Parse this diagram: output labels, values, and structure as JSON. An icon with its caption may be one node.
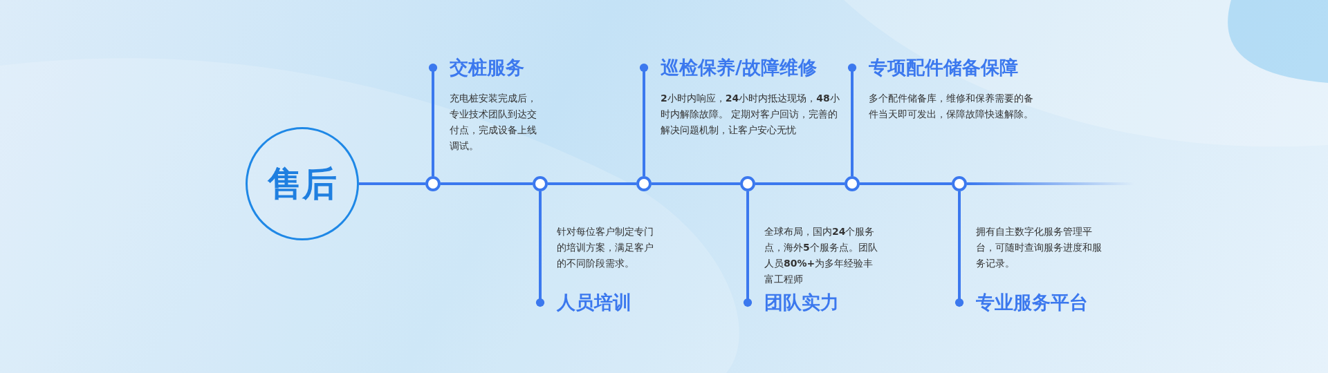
{
  "diagram": {
    "nodes": [
      {
        "text": [
          "售后"
        ]
      },
      {
        "text": [],
        "shape": "circle"
      },
      {
        "text": [],
        "shape": "circle"
      },
      {
        "text": [],
        "shape": "circle"
      },
      {
        "text": [],
        "shape": "circle"
      },
      {
        "text": [],
        "shape": "circle"
      },
      {
        "text": [],
        "shape": "circle"
      },
      {
        "text": [
          "交桩服务"
        ],
        "beside": [
          "充电桩安装完成后，专业技术团队到达交付点，完成设备上线调试。"
        ]
      },
      {
        "text": [
          "人员培训"
        ],
        "beside": [
          "针对每位客户制定专门的培训方案，满足客户的不同阶段需求。"
        ]
      },
      {
        "text": [
          "巡检保养/故障维修"
        ],
        "beside": [
          "**2**小时内响应，**24**小时内抵达现场，**48**小时内解除故障。 定期对客户回访，完善的解决问题机制，让客户安心无忧"
        ]
      },
      {
        "text": [
          "团队实力"
        ],
        "beside": [
          "全球布局，国内**24**个服务点，海外**5**个服务点。团队人员**80%+**为多年经验丰富工程师"
        ]
      },
      {
        "text": [
          "专项配件储备保障"
        ],
        "beside": [
          "多个配件储备库，维修和保养需要的备件当天即可发出，保障故障快速解除。"
        ]
      },
      {
        "text": [
          "专业服务平台"
        ],
        "beside": [
          "拥有自主数字化服务管理平台，可随时查询服务进度和服务记录。"
        ]
      }
    ],
    "edges": [
      {
        "from": 0,
        "to": 1,
        "arrow": "none"
      },
      {
        "from": 1,
        "to": 2,
        "arrow": "none"
      },
      {
        "from": 2,
        "to": 3,
        "arrow": "none"
      },
      {
        "from": 3,
        "to": 4,
        "arrow": "none"
      },
      {
        "from": 4,
        "to": 5,
        "arrow": "none"
      },
      {
        "from": 5,
        "to": 6,
        "arrow": "none"
      },
      {
        "from": 6,
        "to": null,
        "arrow": "none"
      },
      {
        "from": 1,
        "to": 7,
        "arrow": "other"
      },
      {
        "from": 2,
        "to": 8,
        "arrow": "other"
      },
      {
        "from": 3,
        "to": 9,
        "arrow": "other"
      },
      {
        "from": 4,
        "to": 10,
        "arrow": "other"
      },
      {
        "from": 5,
        "to": 11,
        "arrow": "other"
      },
      {
        "from": 6,
        "to": 12,
        "arrow": "other"
      }
    ]
  }
}
